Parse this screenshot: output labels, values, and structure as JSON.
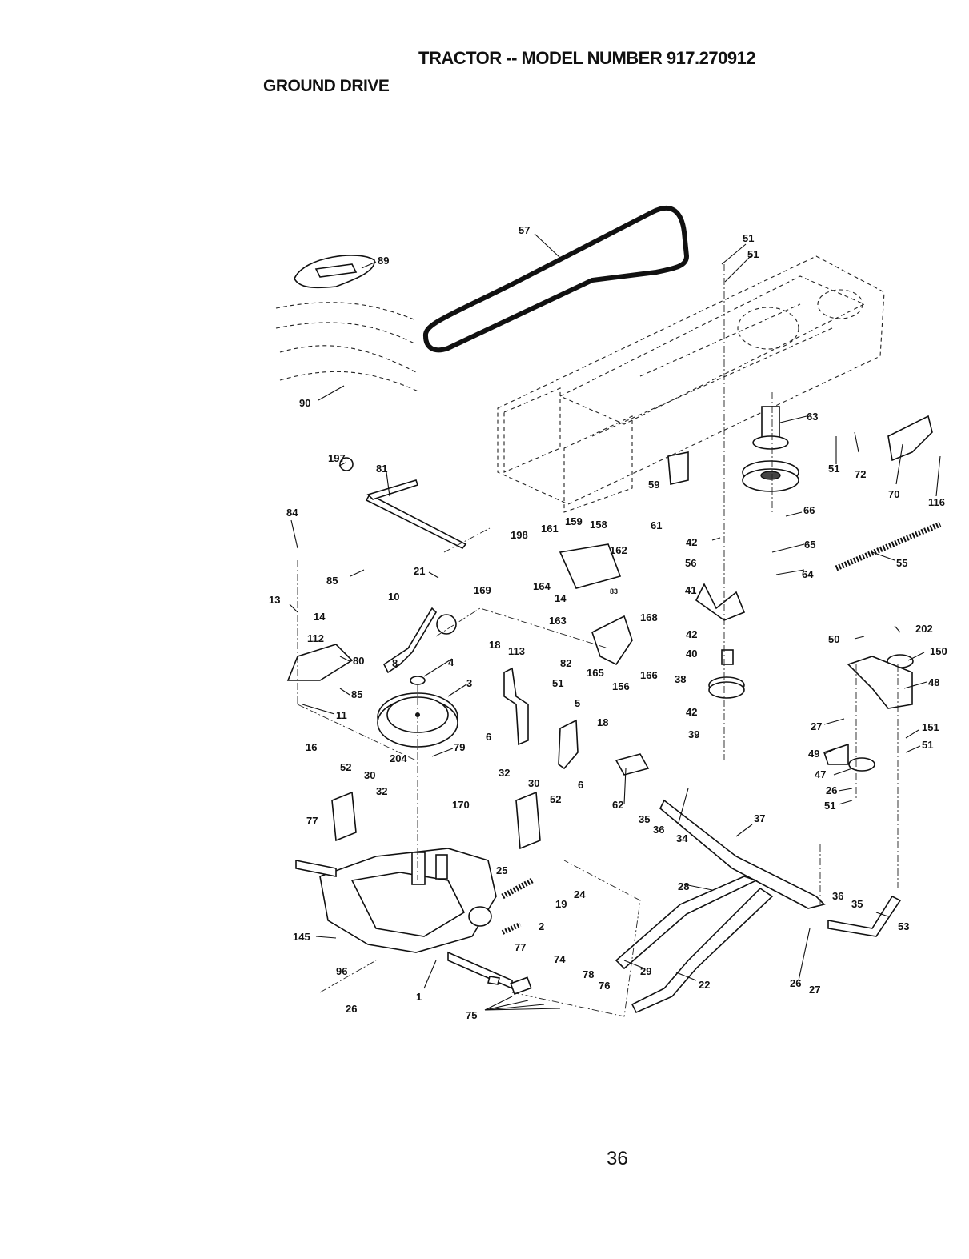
{
  "header": {
    "title": "TRACTOR -- MODEL NUMBER 917.270912",
    "section": "GROUND DRIVE"
  },
  "page_number": "36",
  "callouts": [
    {
      "id": "c57",
      "label": "57"
    },
    {
      "id": "c89",
      "label": "89"
    },
    {
      "id": "c51a",
      "label": "51"
    },
    {
      "id": "c51b",
      "label": "51"
    },
    {
      "id": "c90",
      "label": "90"
    },
    {
      "id": "c197",
      "label": "197"
    },
    {
      "id": "c81",
      "label": "81"
    },
    {
      "id": "c63",
      "label": "63"
    },
    {
      "id": "c51c",
      "label": "51"
    },
    {
      "id": "c72",
      "label": "72"
    },
    {
      "id": "c70",
      "label": "70"
    },
    {
      "id": "c116",
      "label": "116"
    },
    {
      "id": "c59",
      "label": "59"
    },
    {
      "id": "c84",
      "label": "84"
    },
    {
      "id": "c198",
      "label": "198"
    },
    {
      "id": "c161",
      "label": "161"
    },
    {
      "id": "c159",
      "label": "159"
    },
    {
      "id": "c158",
      "label": "158"
    },
    {
      "id": "c61",
      "label": "61"
    },
    {
      "id": "c66",
      "label": "66"
    },
    {
      "id": "c162",
      "label": "162"
    },
    {
      "id": "c42a",
      "label": "42"
    },
    {
      "id": "c65",
      "label": "65"
    },
    {
      "id": "c55",
      "label": "55"
    },
    {
      "id": "c85a",
      "label": "85"
    },
    {
      "id": "c21",
      "label": "21"
    },
    {
      "id": "c169",
      "label": "169"
    },
    {
      "id": "c164",
      "label": "164"
    },
    {
      "id": "c56",
      "label": "56"
    },
    {
      "id": "c64",
      "label": "64"
    },
    {
      "id": "c10",
      "label": "10"
    },
    {
      "id": "c13",
      "label": "13"
    },
    {
      "id": "c14a",
      "label": "14"
    },
    {
      "id": "c14b",
      "label": "14"
    },
    {
      "id": "c83",
      "label": "83"
    },
    {
      "id": "c41",
      "label": "41"
    },
    {
      "id": "c163",
      "label": "163"
    },
    {
      "id": "c168",
      "label": "168"
    },
    {
      "id": "c112",
      "label": "112"
    },
    {
      "id": "c202",
      "label": "202"
    },
    {
      "id": "c50",
      "label": "50"
    },
    {
      "id": "c42b",
      "label": "42"
    },
    {
      "id": "c150",
      "label": "150"
    },
    {
      "id": "c18a",
      "label": "18"
    },
    {
      "id": "c113",
      "label": "113"
    },
    {
      "id": "c80",
      "label": "80"
    },
    {
      "id": "c8",
      "label": "8"
    },
    {
      "id": "c4",
      "label": "4"
    },
    {
      "id": "c82",
      "label": "82"
    },
    {
      "id": "c40",
      "label": "40"
    },
    {
      "id": "c165",
      "label": "165"
    },
    {
      "id": "c166",
      "label": "166"
    },
    {
      "id": "c38",
      "label": "38"
    },
    {
      "id": "c48",
      "label": "48"
    },
    {
      "id": "c3",
      "label": "3"
    },
    {
      "id": "c51d",
      "label": "51"
    },
    {
      "id": "c156",
      "label": "156"
    },
    {
      "id": "c85b",
      "label": "85"
    },
    {
      "id": "c11",
      "label": "11"
    },
    {
      "id": "c5",
      "label": "5"
    },
    {
      "id": "c42c",
      "label": "42"
    },
    {
      "id": "c6a",
      "label": "6"
    },
    {
      "id": "c18b",
      "label": "18"
    },
    {
      "id": "c39",
      "label": "39"
    },
    {
      "id": "c27a",
      "label": "27"
    },
    {
      "id": "c151",
      "label": "151"
    },
    {
      "id": "c51e",
      "label": "51"
    },
    {
      "id": "c16",
      "label": "16"
    },
    {
      "id": "c79",
      "label": "79"
    },
    {
      "id": "c204",
      "label": "204"
    },
    {
      "id": "c49",
      "label": "49"
    },
    {
      "id": "c52a",
      "label": "52"
    },
    {
      "id": "c30a",
      "label": "30"
    },
    {
      "id": "c32a",
      "label": "32"
    },
    {
      "id": "c32b",
      "label": "32"
    },
    {
      "id": "c30b",
      "label": "30"
    },
    {
      "id": "c6b",
      "label": "6"
    },
    {
      "id": "c47",
      "label": "47"
    },
    {
      "id": "c26a",
      "label": "26"
    },
    {
      "id": "c51f",
      "label": "51"
    },
    {
      "id": "c52b",
      "label": "52"
    },
    {
      "id": "c170",
      "label": "170"
    },
    {
      "id": "c62",
      "label": "62"
    },
    {
      "id": "c35a",
      "label": "35"
    },
    {
      "id": "c36a",
      "label": "36"
    },
    {
      "id": "c34",
      "label": "34"
    },
    {
      "id": "c37",
      "label": "37"
    },
    {
      "id": "c77a",
      "label": "77"
    },
    {
      "id": "c25",
      "label": "25"
    },
    {
      "id": "c24",
      "label": "24"
    },
    {
      "id": "c19",
      "label": "19"
    },
    {
      "id": "c28",
      "label": "28"
    },
    {
      "id": "c36b",
      "label": "36"
    },
    {
      "id": "c35b",
      "label": "35"
    },
    {
      "id": "c53",
      "label": "53"
    },
    {
      "id": "c2",
      "label": "2"
    },
    {
      "id": "c145",
      "label": "145"
    },
    {
      "id": "c77b",
      "label": "77"
    },
    {
      "id": "c74",
      "label": "74"
    },
    {
      "id": "c96",
      "label": "96"
    },
    {
      "id": "c29",
      "label": "29"
    },
    {
      "id": "c78",
      "label": "78"
    },
    {
      "id": "c76",
      "label": "76"
    },
    {
      "id": "c22",
      "label": "22"
    },
    {
      "id": "c26b",
      "label": "26"
    },
    {
      "id": "c27b",
      "label": "27"
    },
    {
      "id": "c1",
      "label": "1"
    },
    {
      "id": "c26c",
      "label": "26"
    },
    {
      "id": "c75",
      "label": "75"
    }
  ]
}
